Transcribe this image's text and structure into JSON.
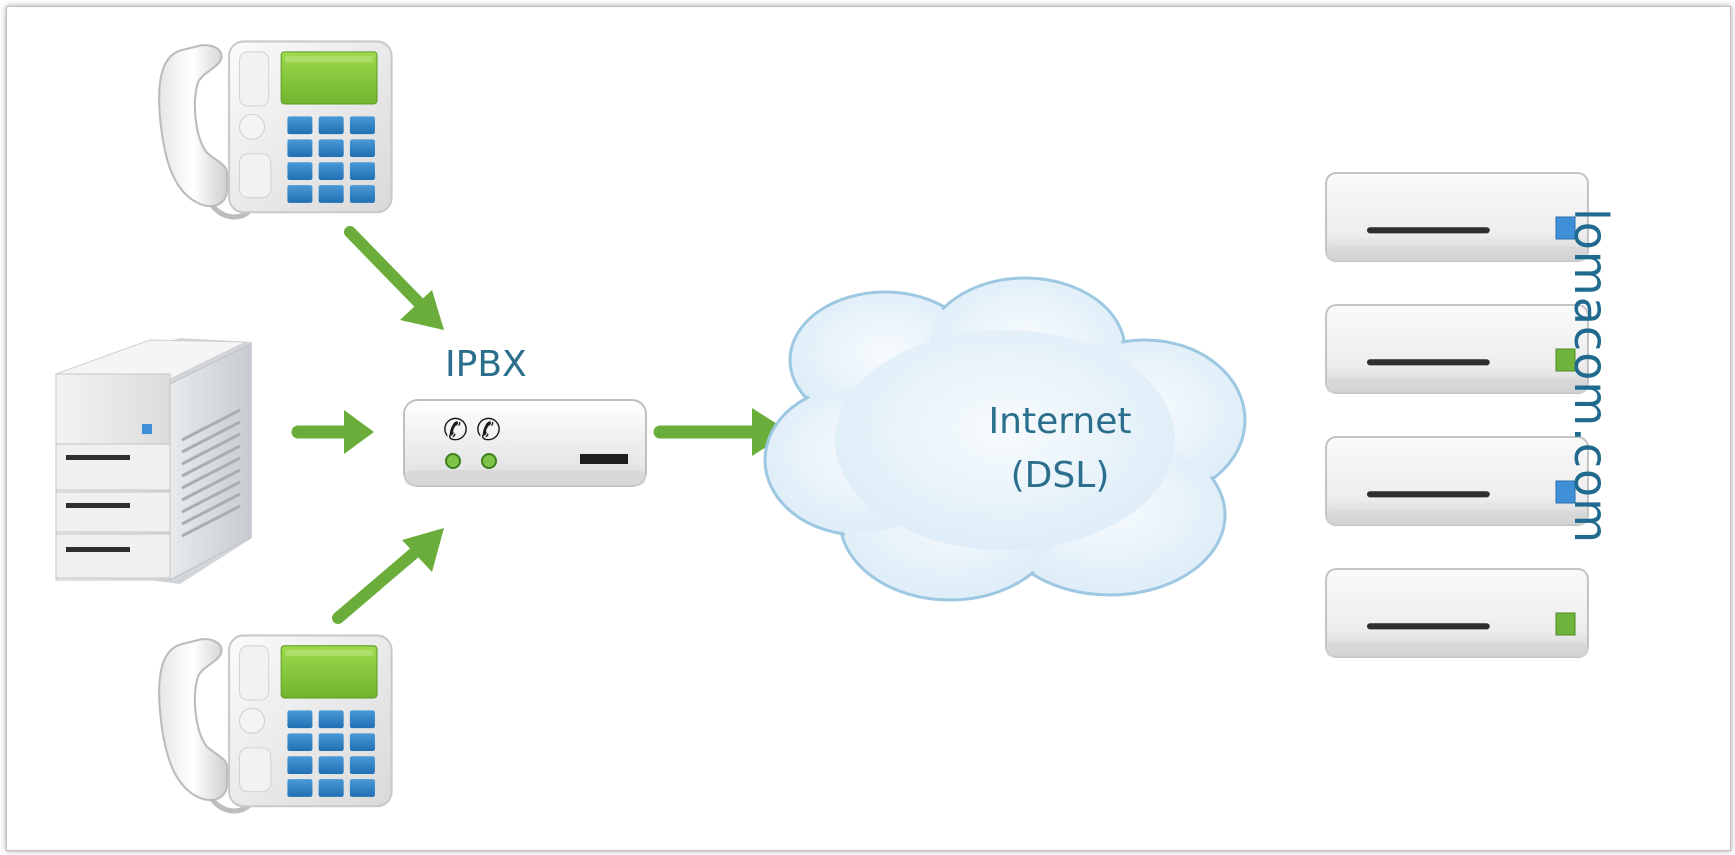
{
  "diagram": {
    "ipbx_label": "IPBX",
    "cloud_label_line1": "Internet",
    "cloud_label_line2": "(DSL)",
    "brand": "lomacom.com"
  },
  "colors": {
    "arrow": "#6aad3b",
    "text": "#2b6f8c",
    "phone_screen": "#8ccf3c",
    "phone_keys": "#2f83c6",
    "cloud_fill": "#e8f3fa",
    "cloud_stroke": "#9cc8e2",
    "server_led_blue": "#3f8fd8",
    "server_led_green": "#6fb33d"
  },
  "icons": [
    "desk-phone-icon",
    "tower-server-icon",
    "ipbx-box-icon",
    "cloud-icon",
    "rack-server-icon",
    "arrow-icon"
  ],
  "rack_servers": [
    {
      "led": "blue"
    },
    {
      "led": "green"
    },
    {
      "led": "blue"
    },
    {
      "led": "green"
    }
  ]
}
